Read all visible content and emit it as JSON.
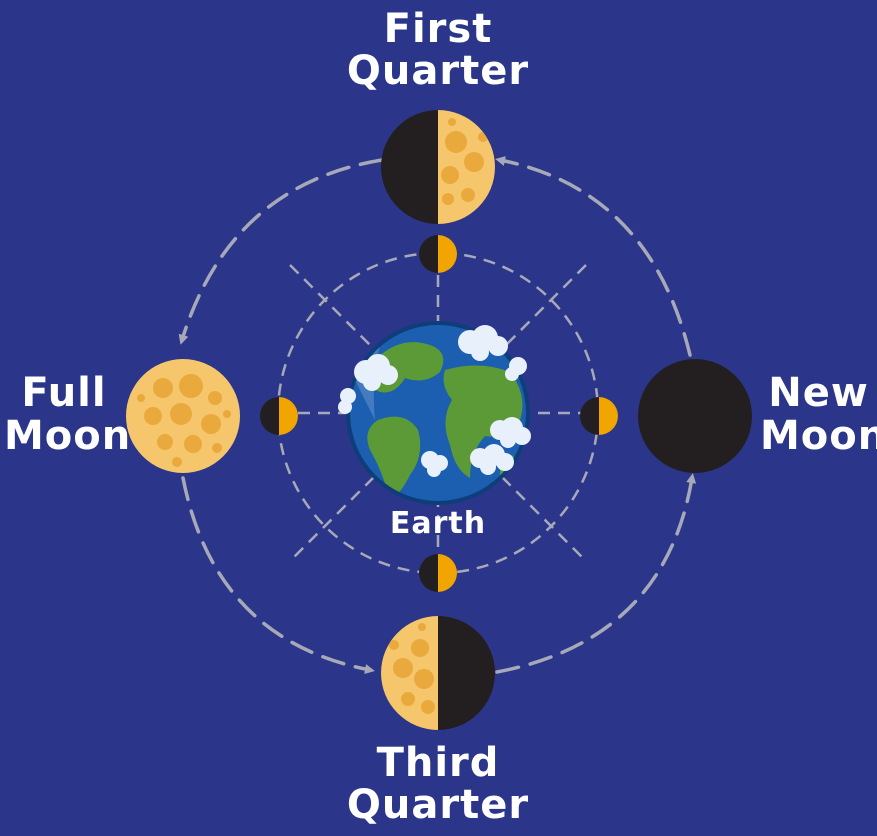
{
  "labels": {
    "first_quarter": {
      "line1": "First",
      "line2": "Quarter"
    },
    "third_quarter": {
      "line1": "Third",
      "line2": "Quarter"
    },
    "full_moon": {
      "line1": "Full",
      "line2": "Moon"
    },
    "new_moon": {
      "line1": "New",
      "line2": "Moon"
    },
    "earth": "Earth"
  },
  "colors": {
    "background": "#2b368a",
    "moon_lit": "#f5c66b",
    "moon_crater": "#e9a93c",
    "moon_dark": "#231f20",
    "small_moon_lit": "#f0a500",
    "orbit_line": "#a7a9b8",
    "ocean": "#1c5fb0",
    "land": "#5b9a37",
    "cloud": "#e8f1fb"
  }
}
